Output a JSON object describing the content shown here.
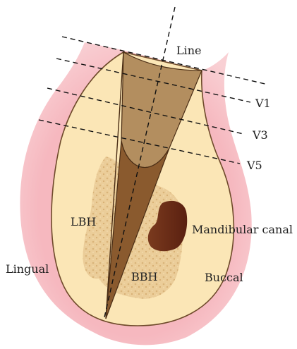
{
  "labels": {
    "line": "Line",
    "v1": "V1",
    "v3": "V3",
    "v5": "V5",
    "lbh": "LBH",
    "bbh": "BBH",
    "mandibular_canal": "Mandibular canal",
    "lingual": "Lingual",
    "buccal": "Buccal"
  },
  "colors": {
    "gingiva": "#f6b8bf",
    "bone": "#fbe6b6",
    "bone_outline": "#6e4a2a",
    "cancellous": "#e8c78f",
    "implant_upper": "#b38e5f",
    "implant_lower": "#8a5a2e",
    "canal": "#6e2d17",
    "line": "#111111",
    "text": "#222222"
  }
}
